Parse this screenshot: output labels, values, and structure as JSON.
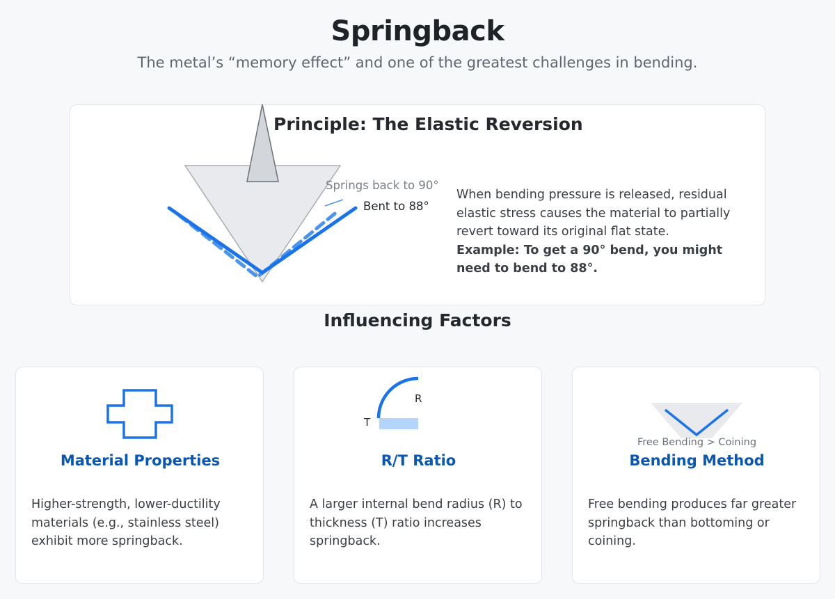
{
  "header": {
    "title": "Springback",
    "subtitle": "The metal’s “memory effect” and one of the greatest challenges in bending."
  },
  "principle": {
    "title": "Principle: The Elastic Reversion",
    "diagram": {
      "label_springs_back": "Springs back to 90°",
      "label_bent": "Bent to 88°",
      "colors": {
        "die_fill": "#e8eaed",
        "die_stroke": "#a9adb2",
        "punch_fill": "#d3d6db",
        "punch_stroke": "#6b7076",
        "bent_line": "#1a73e8",
        "springback_line": "#4a94ec"
      }
    },
    "description": "When bending pressure is released, residual elastic stress causes the material to partially revert toward its original flat state.",
    "example": "Example: To get a 90° bend, you might need to bend to 88°."
  },
  "factors": {
    "title": "Influencing Factors",
    "items": [
      {
        "icon": "cross-material-icon",
        "title": "Material Properties",
        "text": "Higher-strength, lower-ductility materials (e.g., stainless steel) exhibit more springback."
      },
      {
        "icon": "radius-thickness-icon",
        "title": "R/T Ratio",
        "text": "A larger internal bend radius (R) to thickness (T) ratio increases springback.",
        "label_r": "R",
        "label_t": "T"
      },
      {
        "icon": "bend-v-icon",
        "title": "Bending Method",
        "caption": "Free Bending > Coining",
        "text": "Free bending produces far greater springback than bottoming or coining."
      }
    ],
    "accent_color": "#0b57b0",
    "icon_color": "#1a73e8",
    "icon_light_color": "#b3d4fb"
  }
}
